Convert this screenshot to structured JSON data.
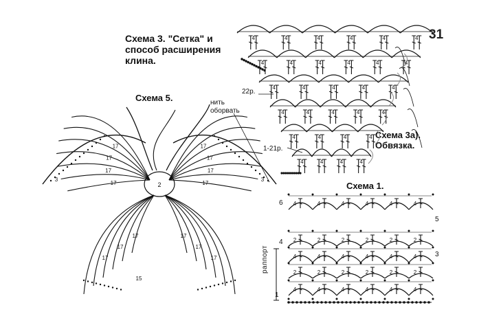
{
  "page_number": "31",
  "schemes": {
    "scheme3_title": "Схема 3. \"Сетка\" и способ расширения клина.",
    "scheme5_title": "Схема 5.",
    "scheme3a_title": "Схема 3а). Обвязка.",
    "scheme1_title": "Схема 1."
  },
  "annotations": {
    "thread_cut": "нить оборвать",
    "row22": "22р.",
    "rows1_21": "1-21р.",
    "rapport": "раппорт"
  },
  "scheme1_row_numbers": {
    "right_top": "5",
    "right_bottom": "3",
    "left_top": "6",
    "left_mid": "4",
    "left_bottom": "1"
  },
  "stitch_counts": {
    "scheme3": "4",
    "scheme5_wings": "17",
    "scheme5_tail": "15",
    "scheme5_center": "2",
    "scheme5_edge": "3",
    "scheme1_a": "2",
    "scheme1_b": "4"
  },
  "colors": {
    "ink": "#111111",
    "accent_arrows": "#888888",
    "paper": "#ffffff"
  }
}
